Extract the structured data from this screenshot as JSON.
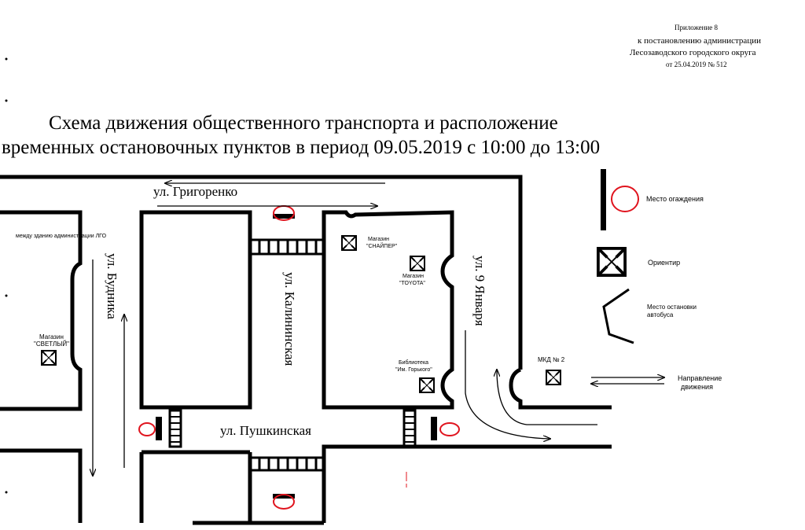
{
  "header": {
    "line1": "Приложение 8",
    "line2": "к постановлению администрации",
    "line3": "Лесозаводского городского округа",
    "line4": "от 25.04.2019  № 512"
  },
  "title": {
    "line1": "Схема движения общественного транспорта и расположение",
    "line2": "временных  остановочных пунктов  в период  09.05.2019 с 10:00 до 13:00"
  },
  "streets": {
    "grigorenko": "ул. Григоренко",
    "budnika": "ул. Будника",
    "kalininskaya": "ул. Калининская",
    "yanvarya": "ул. 9 Января",
    "pushkinskaya": "ул. Пушкинская"
  },
  "places": {
    "admin_building": "между зданию администрации ЛГО",
    "svetly_1": "Магазин",
    "svetly_2": "\"СВЕТЛЫЙ\"",
    "snaiper_1": "Магазин",
    "snaiper_2": "\"СНАЙПЕР\"",
    "toyota_1": "Магазин",
    "toyota_2": "\"ТОYOTA\"",
    "library_1": "Библиотека",
    "library_2": "\"Им. Горького\"",
    "mkd": "МКД № 2"
  },
  "legend": {
    "barrier": "Место огаждения",
    "landmark": "Ориентир",
    "bus_stop_1": "Место остановки",
    "bus_stop_2": "автобуса",
    "direction_1": "Направление",
    "direction_2": "движения"
  },
  "colors": {
    "barrier": "#e0141e",
    "line": "#000000"
  }
}
